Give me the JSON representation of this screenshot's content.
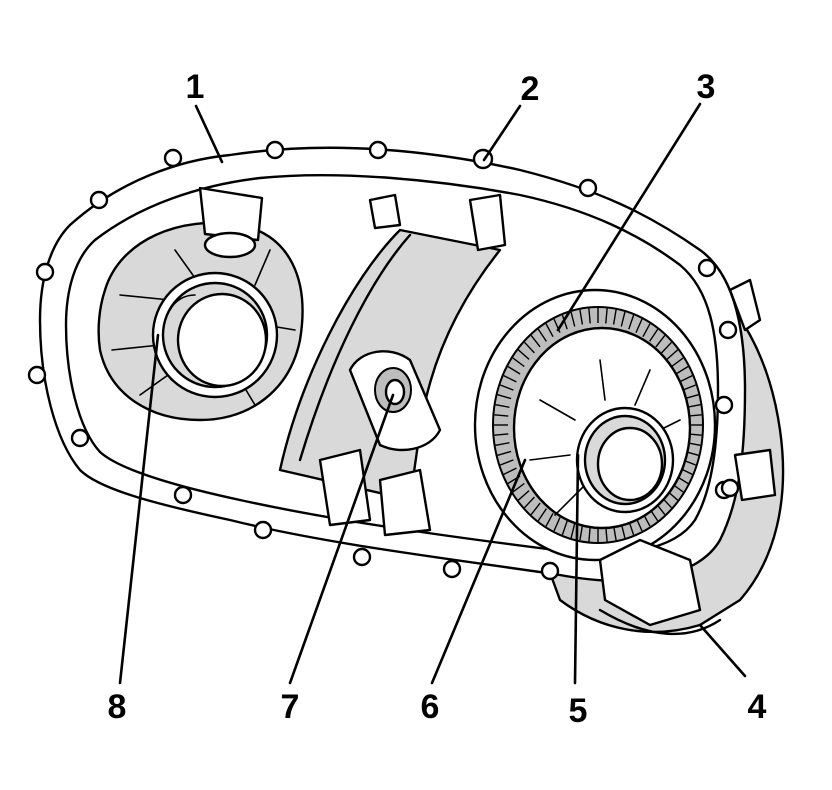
{
  "diagram": {
    "subject": "transfer-case-housing",
    "colors": {
      "line": "#000000",
      "background": "#ffffff",
      "shade": "#d9d9d9"
    },
    "callouts": [
      {
        "id": "1",
        "label": "1"
      },
      {
        "id": "2",
        "label": "2"
      },
      {
        "id": "3",
        "label": "3"
      },
      {
        "id": "4",
        "label": "4"
      },
      {
        "id": "5",
        "label": "5"
      },
      {
        "id": "6",
        "label": "6"
      },
      {
        "id": "7",
        "label": "7"
      },
      {
        "id": "8",
        "label": "8"
      }
    ]
  }
}
